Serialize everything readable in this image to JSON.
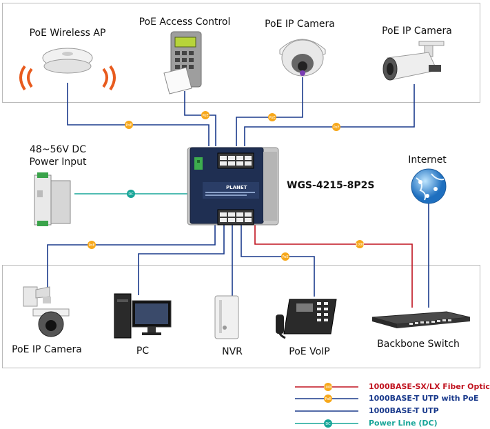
{
  "devices": {
    "top": [
      {
        "label": "PoE Wireless AP",
        "icon": "wireless-ap-icon"
      },
      {
        "label": "PoE Access Control",
        "icon": "access-control-icon"
      },
      {
        "label": "PoE IP Camera",
        "icon": "dome-camera-icon"
      },
      {
        "label": "PoE IP Camera",
        "icon": "bullet-camera-icon"
      }
    ],
    "power": {
      "line1": "48~56V DC",
      "line2": "Power Input",
      "icon": "dc-power-supply-icon"
    },
    "internet": {
      "label": "Internet",
      "icon": "globe-icon"
    },
    "bottom": [
      {
        "label": "PoE IP Camera",
        "icon": "ptz-camera-icon"
      },
      {
        "label": "PC",
        "icon": "pc-icon"
      },
      {
        "label": "NVR",
        "icon": "nvr-icon"
      },
      {
        "label": "PoE VoIP",
        "icon": "voip-phone-icon"
      },
      {
        "label": "Backbone Switch",
        "icon": "backbone-switch-icon"
      }
    ]
  },
  "switch": {
    "model": "WGS-4215-8P2S",
    "brand": "PLANET",
    "icon": "industrial-switch-icon"
  },
  "badges": {
    "poe": "PoE",
    "dc": "DC",
    "fiber": "1000"
  },
  "colors": {
    "fiber": "#c0121e",
    "poe": "#1a3a8c",
    "utp": "#1a3a8c",
    "dc": "#17a598",
    "badge": "#f7a81b",
    "dc_badge": "#17a598"
  },
  "legend": [
    {
      "text": "1000BASE-SX/LX Fiber Optic",
      "color": "#c0121e",
      "badge": "1000"
    },
    {
      "text": "1000BASE-T UTP with PoE",
      "color": "#1a3a8c",
      "badge": "PoE"
    },
    {
      "text": "1000BASE-T UTP",
      "color": "#1a3a8c",
      "badge": ""
    },
    {
      "text": "Power Line (DC)",
      "color": "#17a598",
      "badge": "DC"
    }
  ]
}
